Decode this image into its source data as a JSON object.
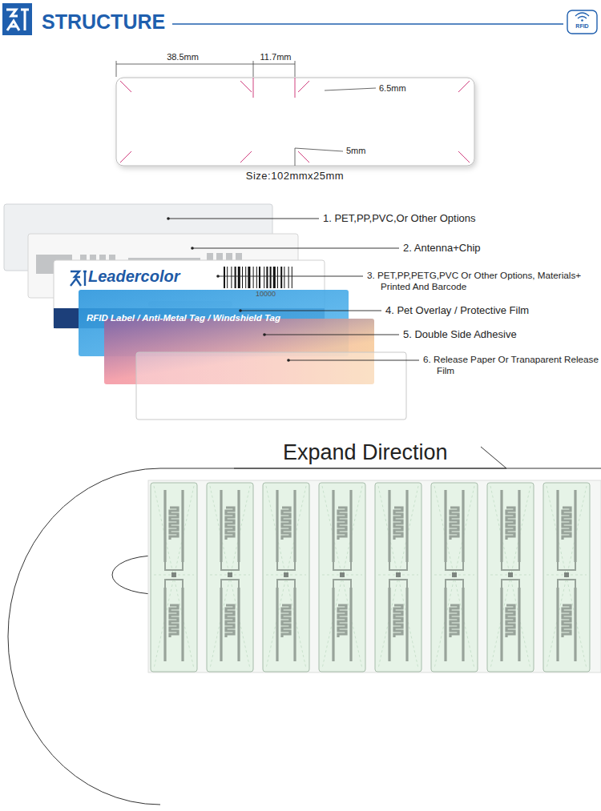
{
  "diagram": {
    "title": "STRUCTURE",
    "nodes": [
      {
        "text": [
          "Leadercolor",
          "10000"
        ]
      },
      {
        "text": [
          "RFID Label / Anti-Metal Tag / Windshield Tag"
        ],
        "in": 0
      }
    ],
    "labels": [
      "RFID",
      "38.5mm",
      "11.7mm",
      "6.5mm",
      "5mm",
      "Size:102mmx25mm",
      "1. PET,PP,PVC,Or Other Options",
      "2. Antenna+Chip",
      "3. PET,PP,PETG,PVC Or Other Options, Materials+ Printed And Barcode",
      "4. Pet Overlay / Protective Film",
      "5. Double Side Adhesive",
      "6. Release Paper Or Tranaparent Release Film",
      "Expand Direction"
    ]
  }
}
